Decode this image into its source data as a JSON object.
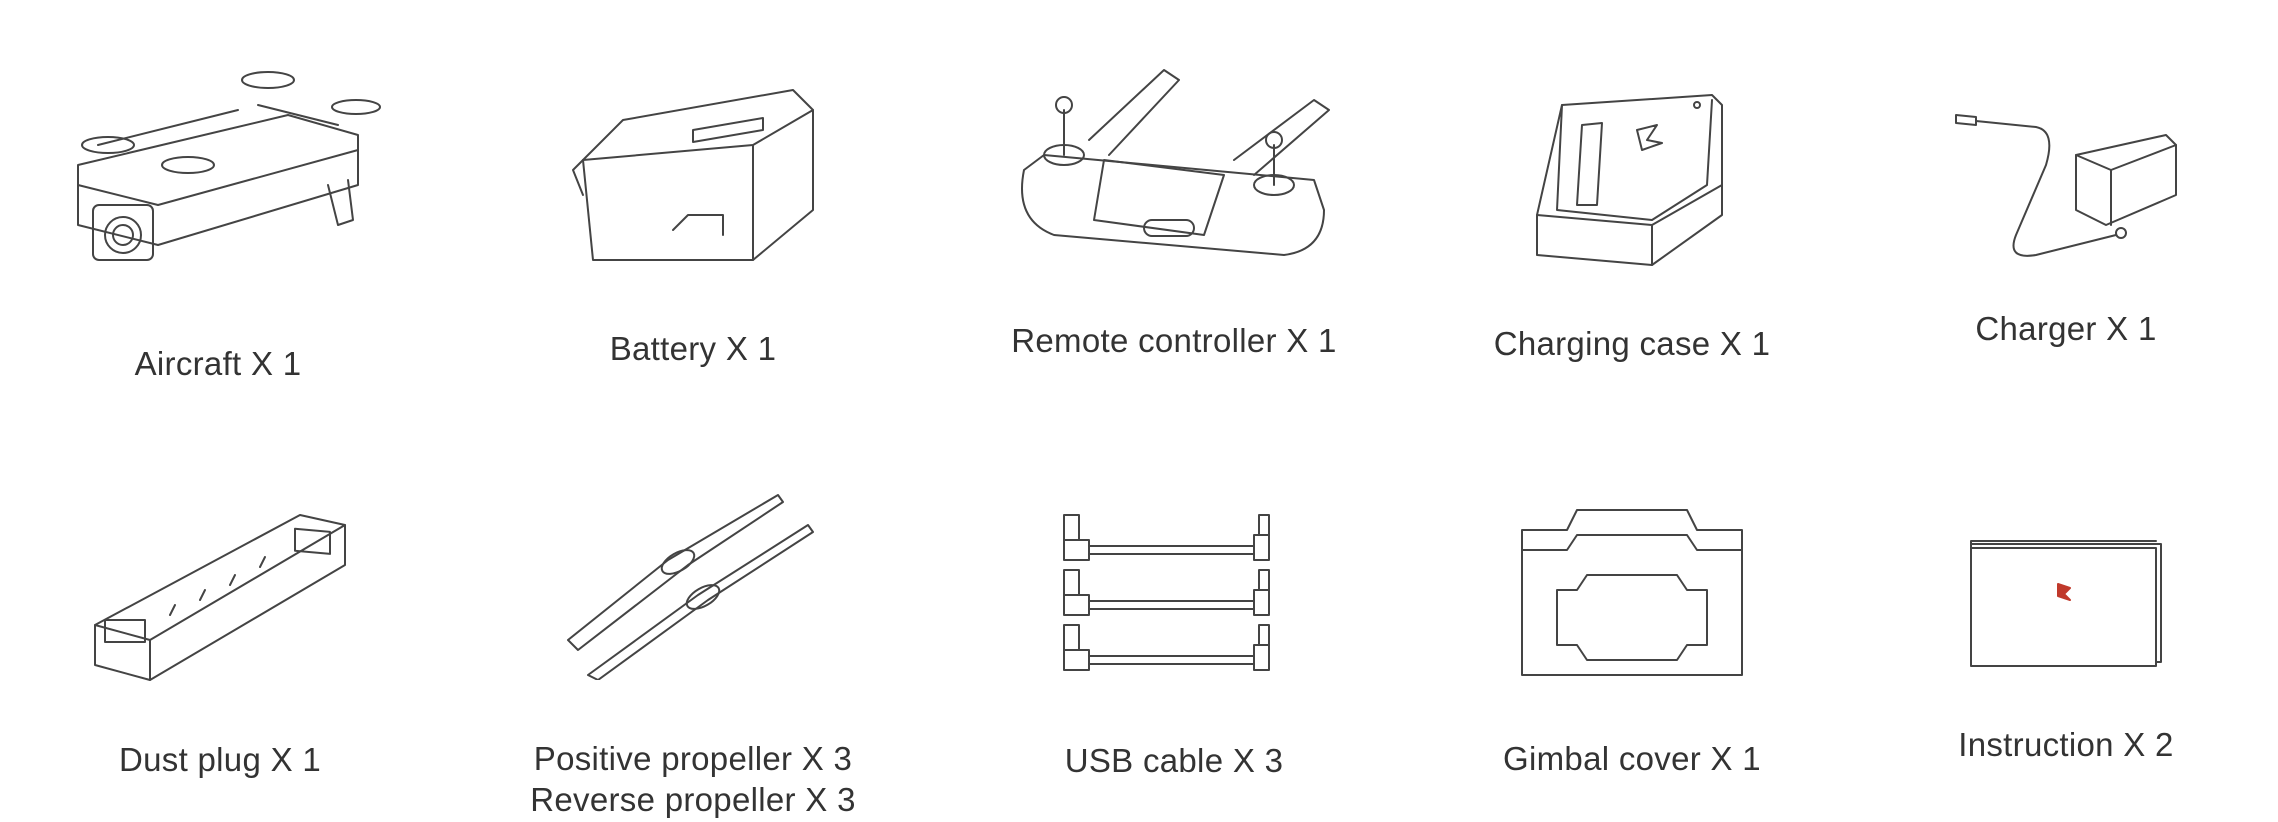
{
  "items": [
    {
      "label": "Aircraft X 1",
      "icon": "aircraft-icon"
    },
    {
      "label": "Battery X 1",
      "icon": "battery-icon"
    },
    {
      "label": "Remote controller X 1",
      "icon": "remote-controller-icon"
    },
    {
      "label": "Charging case X 1",
      "icon": "charging-case-icon"
    },
    {
      "label": "Charger X 1",
      "icon": "charger-icon"
    },
    {
      "label": "Dust plug X 1",
      "icon": "dust-plug-icon"
    },
    {
      "label": "Positive propeller X 3",
      "label2": "Reverse propeller X 3",
      "icon": "propeller-icon"
    },
    {
      "label": "USB cable X 3",
      "icon": "usb-cable-icon"
    },
    {
      "label": "Gimbal cover X 1",
      "icon": "gimbal-cover-icon"
    },
    {
      "label": "Instruction X 2",
      "icon": "instruction-icon"
    }
  ],
  "colors": {
    "text": "#333333",
    "line": "#444444",
    "logo": "#c0392b"
  }
}
